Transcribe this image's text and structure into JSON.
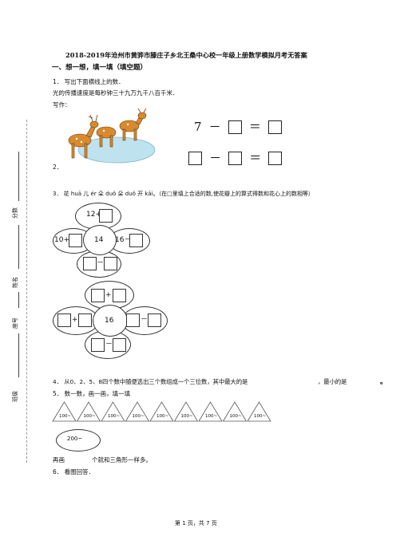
{
  "title": "2018-2019年沧州市黄骅市滕庄子乡北王桑中心校一年级上册数学模拟月考无答案",
  "section1": "一、想一想，填一填（填空题）",
  "q1": {
    "line1": "1． 写出下面横线上的数．",
    "line2": "光的传播速度是每秒钟三十九万九千八百千米．",
    "line3": "写作："
  },
  "q2": {
    "number": "2．",
    "eq1": {
      "a": "7",
      "op": "－",
      "eq": "＝"
    },
    "eq2": {
      "op": "－",
      "eq": "＝"
    }
  },
  "q3": {
    "text": "3． 花 huā 儿 ér 朵 duǒ 朵 duǒ 开 kāi。（在□里填上合适的数,使花瓣上的算式得数和花心上的数相等）",
    "flower1": {
      "center": "14",
      "top": "12+",
      "left": "10+",
      "right": "16－",
      "bottom": "－"
    },
    "flower2": {
      "center": "16",
      "top": "+",
      "left": "+",
      "right": "－",
      "bottom": "－"
    }
  },
  "q4": {
    "text": "4． 从0、2、5、8四个数中随便选出三个数组成一个三位数，其中最大的是",
    "mid": "，最小的是",
    "end": "。"
  },
  "q5": {
    "text": "5． 数一数，画一画，填一填",
    "triangle_labels": [
      "100~",
      "100~",
      "100~",
      "100~",
      "100~",
      "100~",
      "100~",
      "100~",
      "100~"
    ],
    "oval": "200~",
    "line": "再画",
    "line_end": "个就和三角形一样多。"
  },
  "q6": {
    "text": "6． 看图回答．"
  },
  "footer": "第 1 页，共 7 页",
  "sidebar": {
    "score": "分数",
    "name": "姓名",
    "seat": "座号",
    "class": "班级"
  }
}
